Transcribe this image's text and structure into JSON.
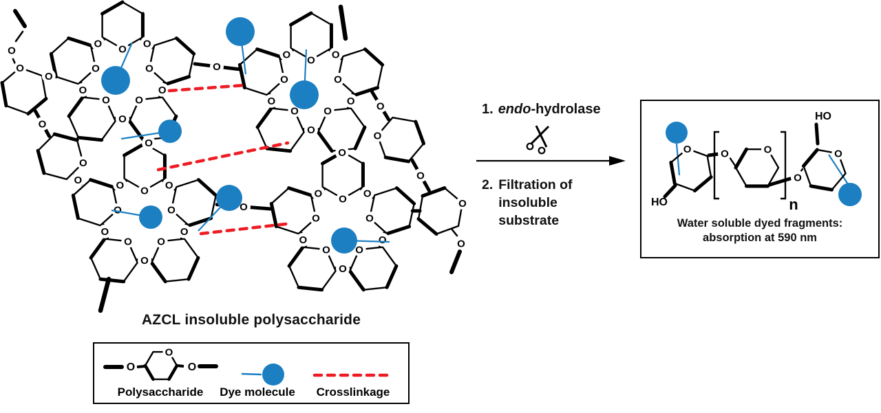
{
  "figure": {
    "azcl_label": "AZCL insoluble polysaccharide",
    "step1": {
      "number": "1.",
      "italic": "endo",
      "rest": "-hydrolase"
    },
    "step2": {
      "number": "2.",
      "text": "Filtration of insoluble substrate"
    },
    "product": {
      "caption_line1": "Water soluble dyed fragments:",
      "caption_line2": "absorption at 590 nm",
      "hydroxyl": "HO",
      "repeat_subscript": "n"
    },
    "legend": {
      "polysaccharide_label": "Polysaccharide",
      "dye_label": "Dye molecule",
      "crosslink_label": "Crosslinkage"
    },
    "molecule": {
      "atom_o": "O"
    },
    "colors": {
      "dye_blue": "#1c7fc2",
      "crosslink_red": "#ed1c24",
      "bond_black": "#000000"
    }
  }
}
